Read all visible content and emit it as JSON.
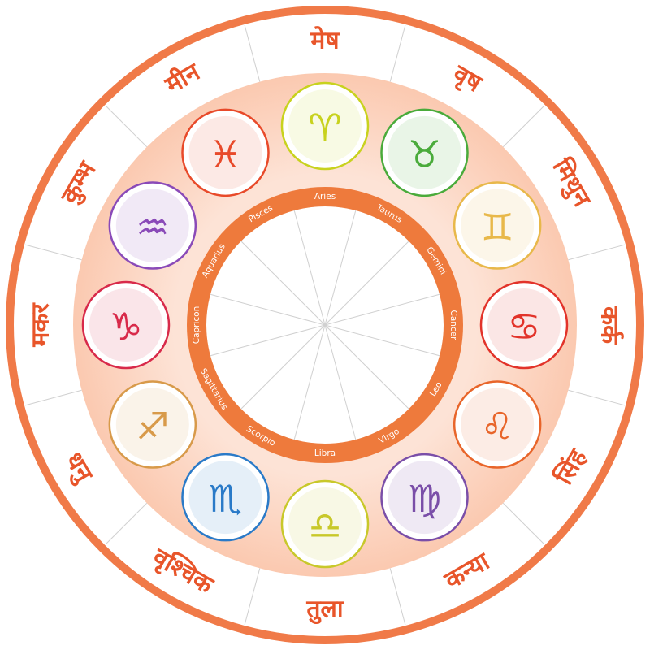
{
  "colors": {
    "outer_ring": "#f07a48",
    "hindi_text": "#e8552a",
    "divider": "#d0d0d0",
    "peach_band": "#fbc9b0",
    "peach_band_inner": "#fde3d6",
    "inner_ring": "#ee7a3c",
    "eng_text": "#ffffff",
    "medallion_bg": "#ffffff"
  },
  "signs": [
    {
      "hindi": "मेष",
      "english": "Aries",
      "icon": "ram-icon",
      "color": "#c8d21e",
      "glyph": "♈"
    },
    {
      "hindi": "वृष",
      "english": "Taurus",
      "icon": "bull-icon",
      "color": "#4aab3b",
      "glyph": "♉"
    },
    {
      "hindi": "मिथुन",
      "english": "Gemini",
      "icon": "twins-icon",
      "color": "#e8b84a",
      "glyph": "♊"
    },
    {
      "hindi": "कर्क",
      "english": "Cancer",
      "icon": "crab-icon",
      "color": "#e2332a",
      "glyph": "♋"
    },
    {
      "hindi": "सिंह",
      "english": "Leo",
      "icon": "lion-icon",
      "color": "#e8652a",
      "glyph": "♌"
    },
    {
      "hindi": "कन्या",
      "english": "Virgo",
      "icon": "maiden-icon",
      "color": "#7a4ea8",
      "glyph": "♍"
    },
    {
      "hindi": "तुला",
      "english": "Libra",
      "icon": "scales-icon",
      "color": "#c8c82a",
      "glyph": "♎"
    },
    {
      "hindi": "वृश्चिक",
      "english": "Scorpio",
      "icon": "scorpion-icon",
      "color": "#2a7ac8",
      "glyph": "♏"
    },
    {
      "hindi": "धनु",
      "english": "Sagittarius",
      "icon": "archer-icon",
      "color": "#d89a4a",
      "glyph": "♐"
    },
    {
      "hindi": "मकर",
      "english": "Capricon",
      "icon": "goat-icon",
      "color": "#d82a4a",
      "glyph": "♑"
    },
    {
      "hindi": "कुम्भ",
      "english": "Aquarius",
      "icon": "water-bearer-icon",
      "color": "#8a4ab8",
      "glyph": "♒"
    },
    {
      "hindi": "मीन",
      "english": "Pisces",
      "icon": "fish-icon",
      "color": "#e84a2a",
      "glyph": "♓"
    }
  ]
}
